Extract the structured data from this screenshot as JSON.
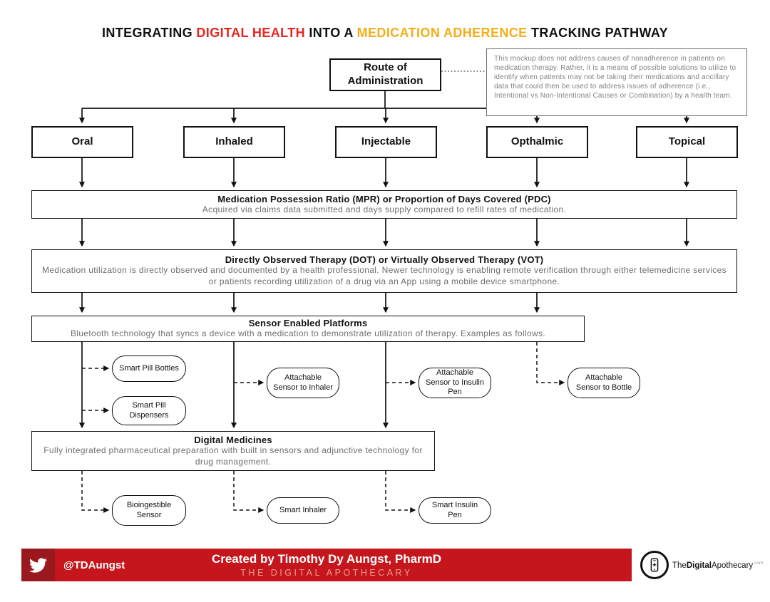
{
  "colors": {
    "red": "#E8251F",
    "gold": "#F3AE1B",
    "footer_red": "#C4161C",
    "footer_dark_red": "#9A191E",
    "footer_pink": "#F19B94"
  },
  "title": {
    "p1": "INTEGRATING",
    "p2": "DIGITAL HEALTH",
    "p3": "INTO A",
    "p4": "MEDICATION ADHERENCE",
    "p5": "TRACKING PATHWAY"
  },
  "root": {
    "label": "Route of Administration"
  },
  "note": {
    "text": "This mockup does not address causes of nonadherence in patients on medication therapy. Rather, it is a means of possible solutions to utilize to identify when patients may not be taking their medications and ancillary data that could then be used to address issues of adherence (i.e., Intentional vs Non-Intentional Causes or Combination) by a health team."
  },
  "routes": [
    "Oral",
    "Inhaled",
    "Injectable",
    "Opthalmic",
    "Topical"
  ],
  "bands": {
    "mpr": {
      "title": "Medication Possession Ratio (MPR) or Proportion of Days Covered (PDC)",
      "body": "Acquired via claims data submitted and days supply compared to refill rates of medication."
    },
    "dot": {
      "title": "Directly Observed Therapy (DOT) or Virtually Observed Therapy (VOT)",
      "body": "Medication utilization is directly observed and documented by a health professional. Newer technology is enabling remote verification through either telemedicine services or patients recording utilization of a drug via an App using a mobile device smartphone."
    },
    "sensor": {
      "title": "Sensor Enabled Platforms",
      "body": "Bluetooth technology that syncs a device with a medication to demonstrate utilization of therapy. Examples as follows."
    },
    "digital": {
      "title": "Digital Medicines",
      "body": "Fully integrated pharmaceutical preparation with built in sensors and adjunctive technology for drug management."
    }
  },
  "sensor_examples": [
    "Smart Pill Bottles",
    "Smart Pill Dispensers",
    "Attachable Sensor to Inhaler",
    "Attachable Sensor to Insulin Pen",
    "Attachable Sensor to Bottle"
  ],
  "digital_examples": [
    "Bioingestible Sensor",
    "Smart Inhaler",
    "Smart Insulin Pen"
  ],
  "footer": {
    "handle": "@TDAungst",
    "credit": "Created by Timothy Dy Aungst, PharmD",
    "site": "THE DIGITAL APOTHECARY",
    "logo_the": "The",
    "logo_digital": "Digital",
    "logo_apothecary": "Apothecary",
    "logo_com": ".com"
  }
}
